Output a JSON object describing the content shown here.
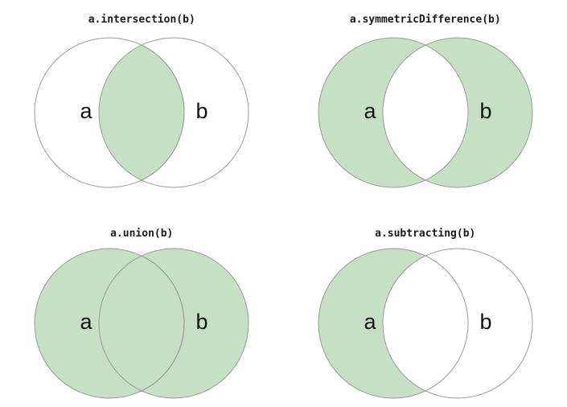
{
  "figure": {
    "background": "#ffffff",
    "shade_color": "#c6e0c3",
    "circle_stroke": "#9a9a9a",
    "title_color": "#1a1a1a",
    "label_color": "#141414"
  },
  "labels": {
    "a": "a",
    "b": "b"
  },
  "diagrams": [
    {
      "title": "a.intersection(b)",
      "shaded_regions": {
        "a_only": false,
        "intersection": true,
        "b_only": false
      }
    },
    {
      "title": "a.symmetricDifference(b)",
      "shaded_regions": {
        "a_only": true,
        "intersection": false,
        "b_only": true
      }
    },
    {
      "title": "a.union(b)",
      "shaded_regions": {
        "a_only": true,
        "intersection": true,
        "b_only": true
      }
    },
    {
      "title": "a.subtracting(b)",
      "shaded_regions": {
        "a_only": true,
        "intersection": false,
        "b_only": false
      }
    }
  ]
}
